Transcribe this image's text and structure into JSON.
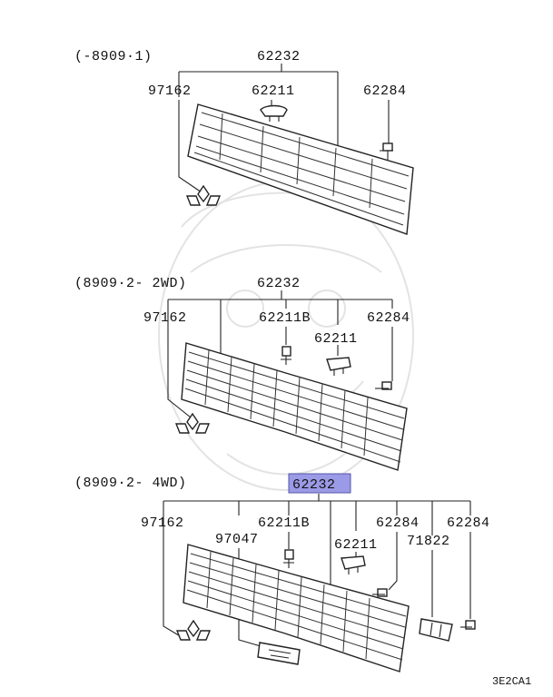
{
  "sections": [
    {
      "range": "(-8909·1)",
      "labels": {
        "grille": "62232",
        "emblem": "97162",
        "clip": "62211",
        "screw": "62284"
      }
    },
    {
      "range": "(8909·2-  2WD)",
      "labels": {
        "grille": "62232",
        "emblem": "97162",
        "clip_b": "62211B",
        "clip": "62211",
        "screw": "62284"
      }
    },
    {
      "range": "(8909·2-  4WD)",
      "labels": {
        "grille": "62232",
        "emblem": "97162",
        "plate": "97047",
        "clip_b": "62211B",
        "clip": "62211",
        "screw": "62284",
        "bracket": "71822",
        "screw2": "62284"
      }
    }
  ],
  "highlight_color": "#9a9ae6",
  "figure_code": "3E2CA1"
}
